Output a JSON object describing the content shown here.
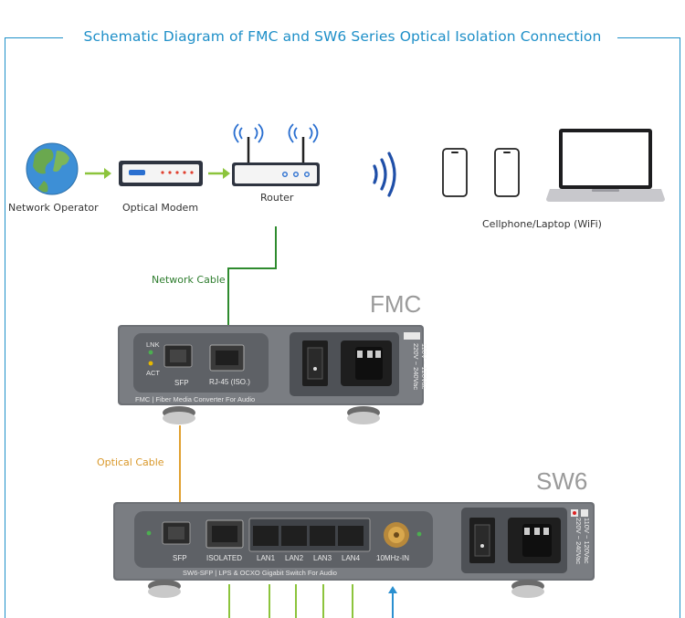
{
  "title": "Schematic Diagram of FMC and SW6 Series Optical Isolation Connection",
  "nodes": {
    "network_operator": "Network Operator",
    "optical_modem": "Optical Modem",
    "router": "Router",
    "clients": "Cellphone/Laptop (WiFi)"
  },
  "cables": {
    "network": "Network Cable",
    "optical": "Optical Cable"
  },
  "fmc": {
    "model": "FMC",
    "led_lnk": "LNK",
    "led_act": "ACT",
    "port_sfp": "SFP",
    "port_rj45": "RJ-45 (ISO.)",
    "caption": "FMC  |  Fiber Media Converter For Audio",
    "voltage_1": "110V ~ 120Vac",
    "voltage_2": "220V ~ 240Vac"
  },
  "sw6": {
    "model": "SW6",
    "port_sfp": "SFP",
    "port_isolated": "ISOLATED",
    "lan1": "LAN1",
    "lan2": "LAN2",
    "lan3": "LAN3",
    "lan4": "LAN4",
    "clock": "10MHz-IN",
    "caption": "SW6-SFP  |  LPS & OCXO Gigabit Switch For Audio",
    "voltage_1": "110V ~ 120Vac",
    "voltage_2": "220V ~ 240Vac"
  },
  "colors": {
    "frame": "#1e90c8",
    "network_cable": "#2e8b2e",
    "optical_cable": "#e0a030",
    "lan_line": "#8cc43c",
    "clock_line": "#2a8fd0",
    "arrow": "#8cc43c"
  }
}
